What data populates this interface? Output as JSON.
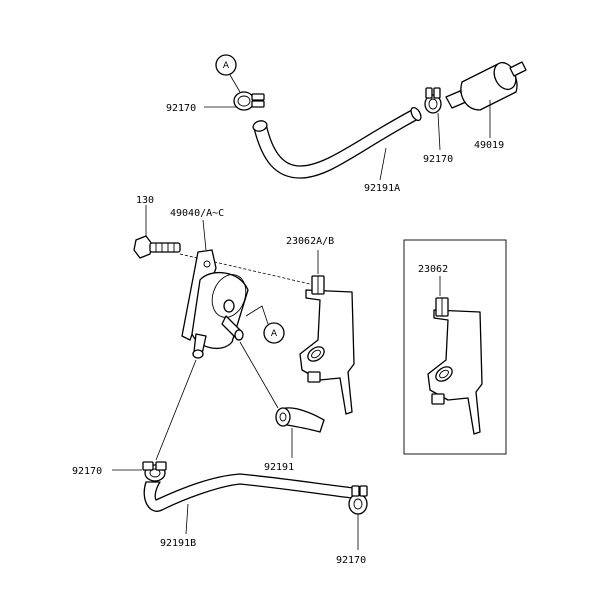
{
  "diagram": {
    "labels": {
      "p92170_top_left": "92170",
      "p92170_top_right": "92170",
      "p49019": "49019",
      "p92191A": "92191A",
      "p130": "130",
      "p49040": "49040/A~C",
      "p23062AB": "23062A/B",
      "p23062_inset": "23062",
      "p92191": "92191",
      "p92170_bottom_left": "92170",
      "p92191B": "92191B",
      "p92170_bottom_right": "92170"
    },
    "callouts": {
      "top": "A",
      "mid": "A"
    }
  }
}
